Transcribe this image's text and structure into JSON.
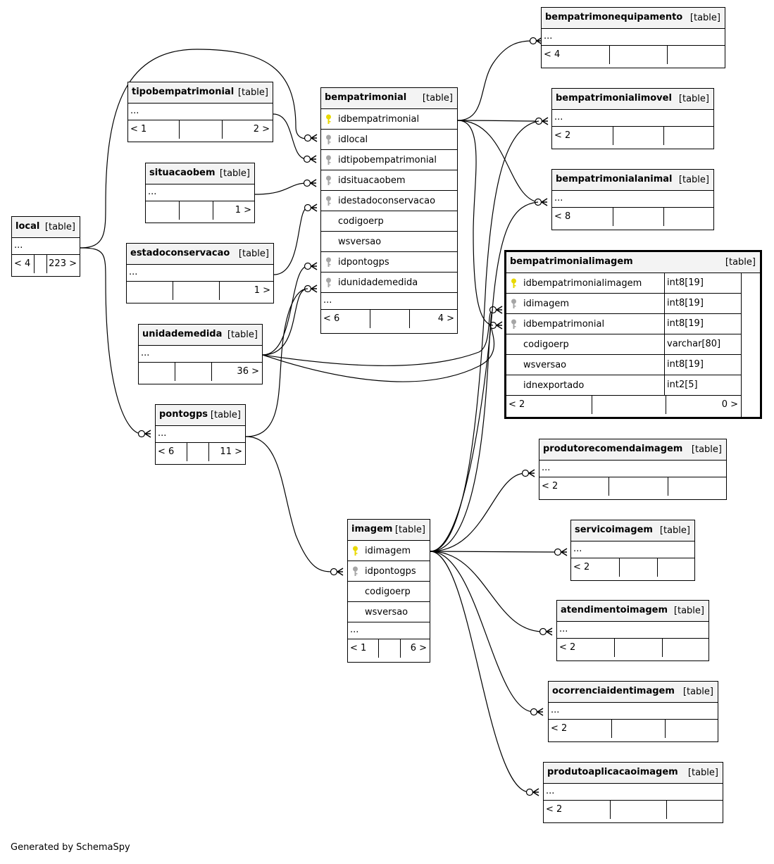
{
  "footer": "Generated by SchemaSpy",
  "tag": "[table]",
  "ellipsis": "...",
  "tables": {
    "local": {
      "name": "local",
      "footer": [
        "< 4",
        "",
        "223 >"
      ]
    },
    "tipobempatrimonial": {
      "name": "tipobempatrimonial",
      "footer": [
        "< 1",
        "",
        "2 >"
      ]
    },
    "situacaobem": {
      "name": "situacaobem",
      "footer": [
        "",
        "",
        "1 >"
      ]
    },
    "estadoconservacao": {
      "name": "estadoconservacao",
      "footer": [
        "",
        "",
        "1 >"
      ]
    },
    "unidademedida": {
      "name": "unidademedida",
      "footer": [
        "",
        "",
        "36 >"
      ]
    },
    "pontogps": {
      "name": "pontogps",
      "footer": [
        "< 6",
        "",
        "11 >"
      ]
    },
    "bempatrimonial": {
      "name": "bempatrimonial",
      "columns": [
        {
          "name": "idbempatrimonial",
          "key": "primary"
        },
        {
          "name": "idlocal",
          "key": "foreign"
        },
        {
          "name": "idtipobempatrimonial",
          "key": "foreign"
        },
        {
          "name": "idsituacaobem",
          "key": "foreign"
        },
        {
          "name": "idestadoconservacao",
          "key": "foreign"
        },
        {
          "name": "codigoerp",
          "key": "none"
        },
        {
          "name": "wsversao",
          "key": "none"
        },
        {
          "name": "idpontogps",
          "key": "foreign"
        },
        {
          "name": "idunidademedida",
          "key": "foreign"
        }
      ],
      "footer": [
        "< 6",
        "",
        "4 >"
      ]
    },
    "imagem": {
      "name": "imagem",
      "columns": [
        {
          "name": "idimagem",
          "key": "primary"
        },
        {
          "name": "idpontogps",
          "key": "foreign"
        },
        {
          "name": "codigoerp",
          "key": "none"
        },
        {
          "name": "wsversao",
          "key": "none"
        }
      ],
      "footer": [
        "< 1",
        "",
        "6 >"
      ]
    },
    "bempatrimonialimagem": {
      "name": "bempatrimonialimagem",
      "columns": [
        {
          "name": "idbempatrimonialimagem",
          "type": "int8[19]",
          "key": "primary"
        },
        {
          "name": "idimagem",
          "type": "int8[19]",
          "key": "foreign"
        },
        {
          "name": "idbempatrimonial",
          "type": "int8[19]",
          "key": "foreign"
        },
        {
          "name": "codigoerp",
          "type": "varchar[80]",
          "key": "none"
        },
        {
          "name": "wsversao",
          "type": "int8[19]",
          "key": "none"
        },
        {
          "name": "idnexportado",
          "type": "int2[5]",
          "key": "none"
        }
      ],
      "footer": [
        "< 2",
        "",
        "0 >"
      ]
    },
    "bempatrimonequipamento": {
      "name": "bempatrimonequipamento",
      "footer": [
        "< 4",
        "",
        ""
      ]
    },
    "bempatrimonialimovel": {
      "name": "bempatrimonialimovel",
      "footer": [
        "< 2",
        "",
        ""
      ]
    },
    "bempatrimonialanimal": {
      "name": "bempatrimonialanimal",
      "footer": [
        "< 8",
        "",
        ""
      ]
    },
    "produtorecomendaimagem": {
      "name": "produtorecomendaimagem",
      "footer": [
        "< 2",
        "",
        ""
      ]
    },
    "servicoimagem": {
      "name": "servicoimagem",
      "footer": [
        "< 2",
        "",
        ""
      ]
    },
    "atendimentoimagem": {
      "name": "atendimentoimagem",
      "footer": [
        "< 2",
        "",
        ""
      ]
    },
    "ocorrenciaidentimagem": {
      "name": "ocorrenciaidentimagem",
      "footer": [
        "< 2",
        "",
        ""
      ]
    },
    "produtoaplicacaoimagem": {
      "name": "produtoaplicacaoimagem",
      "footer": [
        "< 2",
        "",
        ""
      ]
    }
  },
  "colors": {
    "primary_key": "#e8d800",
    "foreign_key": "#a6a6a6",
    "header_bg": "#f3f3f3",
    "line": "#000000"
  }
}
